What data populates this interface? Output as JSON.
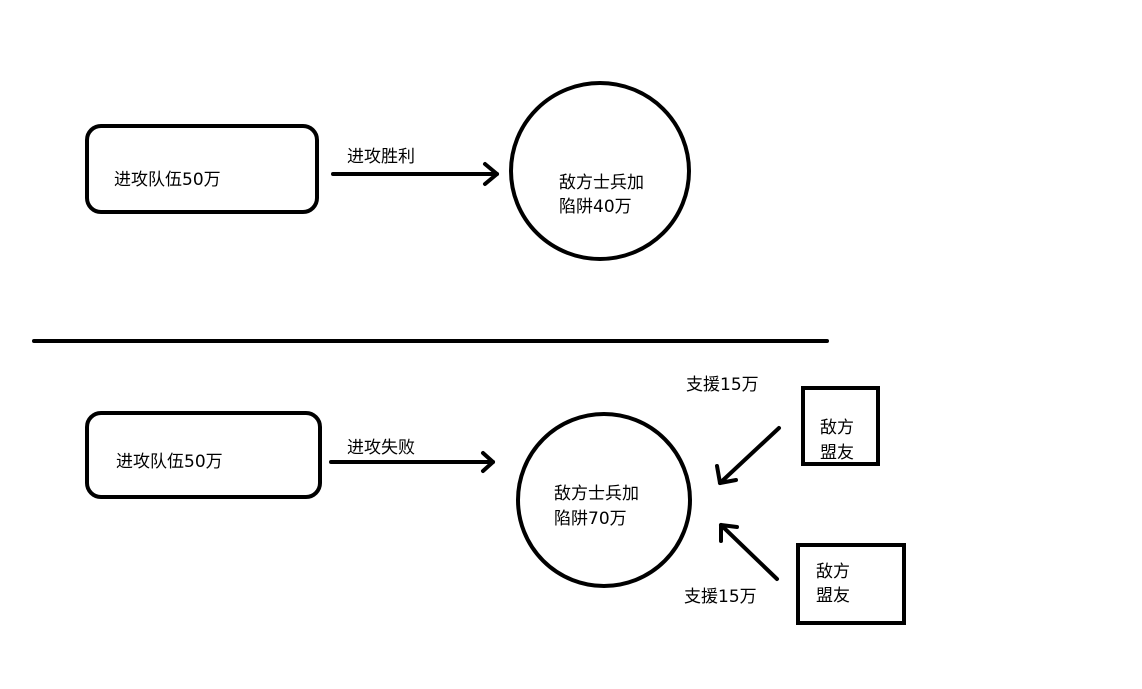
{
  "top": {
    "attack_box": "进攻队伍50万",
    "arrow_label": "进攻胜利",
    "enemy_circle_line1": "敌方士兵加",
    "enemy_circle_line2": "陷阱40万"
  },
  "bottom": {
    "attack_box": "进攻队伍50万",
    "arrow_label": "进攻失败",
    "enemy_circle_line1": "敌方士兵加",
    "enemy_circle_line2": "陷阱70万",
    "support_top_label": "支援15万",
    "support_bottom_label": "支援15万",
    "ally_top_line1": "敌方",
    "ally_top_line2": "盟友",
    "ally_bottom_line1": "敌方",
    "ally_bottom_line2": "盟友"
  },
  "colors": {
    "stroke": "#000000",
    "background": "#ffffff"
  }
}
